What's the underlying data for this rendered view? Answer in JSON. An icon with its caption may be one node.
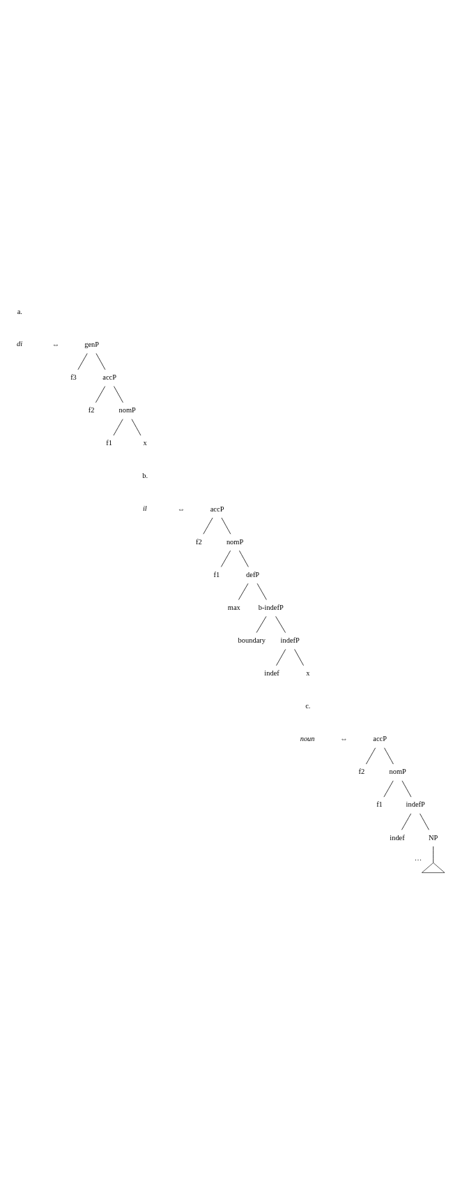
{
  "diagram": {
    "nodes": [
      {
        "text": [
          "genP"
        ]
      },
      {
        "text": [
          "f3"
        ]
      },
      {
        "text": [
          "accP"
        ]
      },
      {
        "text": [
          "f2"
        ]
      },
      {
        "text": [
          "nomP"
        ]
      },
      {
        "text": [
          "f1"
        ]
      },
      {
        "text": [
          "x"
        ]
      },
      {
        "text": [
          "accP"
        ]
      },
      {
        "text": [
          "f2"
        ]
      },
      {
        "text": [
          "nomP"
        ]
      },
      {
        "text": [
          "f1"
        ]
      },
      {
        "text": [
          "defP"
        ]
      },
      {
        "text": [
          "max"
        ]
      },
      {
        "text": [
          "b-indefP"
        ]
      },
      {
        "text": [
          "boundary"
        ]
      },
      {
        "text": [
          "indefP"
        ]
      },
      {
        "text": [
          "indef"
        ]
      },
      {
        "text": [
          "x"
        ]
      },
      {
        "text": [
          "accP"
        ]
      },
      {
        "text": [
          "f2"
        ]
      },
      {
        "text": [
          "nomP"
        ]
      },
      {
        "text": [
          "f1"
        ]
      },
      {
        "text": [
          "indefP"
        ]
      },
      {
        "text": [
          "indef"
        ]
      },
      {
        "text": [
          "NP"
        ]
      },
      {
        "text": [],
        "shape": "triangle",
        "beside": [
          "…"
        ]
      }
    ],
    "edges": [
      {
        "from": 0,
        "to": 1,
        "arrow": "none"
      },
      {
        "from": 0,
        "to": 2,
        "arrow": "none"
      },
      {
        "from": 2,
        "to": 3,
        "arrow": "none"
      },
      {
        "from": 2,
        "to": 4,
        "arrow": "none"
      },
      {
        "from": 4,
        "to": 5,
        "arrow": "none"
      },
      {
        "from": 4,
        "to": 6,
        "arrow": "none"
      },
      {
        "from": 7,
        "to": 8,
        "arrow": "none"
      },
      {
        "from": 7,
        "to": 9,
        "arrow": "none"
      },
      {
        "from": 9,
        "to": 10,
        "arrow": "none"
      },
      {
        "from": 9,
        "to": 11,
        "arrow": "none"
      },
      {
        "from": 11,
        "to": 12,
        "arrow": "none"
      },
      {
        "from": 11,
        "to": 13,
        "arrow": "none"
      },
      {
        "from": 13,
        "to": 14,
        "arrow": "none"
      },
      {
        "from": 13,
        "to": 15,
        "arrow": "none"
      },
      {
        "from": 15,
        "to": 16,
        "arrow": "none"
      },
      {
        "from": 15,
        "to": 17,
        "arrow": "none"
      },
      {
        "from": 18,
        "to": 19,
        "arrow": "none"
      },
      {
        "from": 18,
        "to": 20,
        "arrow": "none"
      },
      {
        "from": 20,
        "to": 21,
        "arrow": "none"
      },
      {
        "from": 20,
        "to": 22,
        "arrow": "none"
      },
      {
        "from": 22,
        "to": 23,
        "arrow": "none"
      },
      {
        "from": 22,
        "to": 24,
        "arrow": "none"
      },
      {
        "from": 24,
        "to": 25,
        "arrow": "none"
      }
    ],
    "labels": [
      "a.",
      "di",
      "⇔",
      "b.",
      "il",
      "⇔",
      "c.",
      "noun",
      "⇔"
    ]
  }
}
